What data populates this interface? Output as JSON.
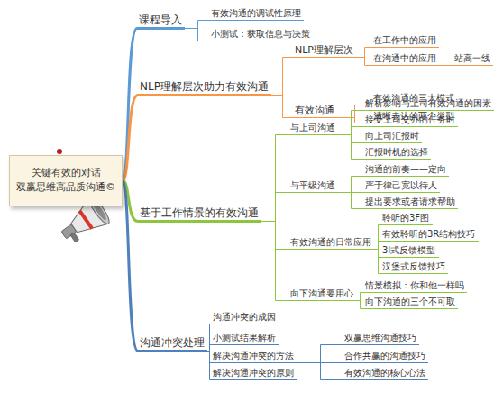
{
  "diagram": {
    "nodes": [
      {
        "text": [
          "关键有效的对话",
          "双赢思维高品质沟通©"
        ]
      },
      {
        "text": [
          "课程导入"
        ]
      },
      {
        "text": [
          "有效沟通的调试性原理"
        ]
      },
      {
        "text": [
          "小测试：获取信息与决策"
        ]
      },
      {
        "text": [
          "NLP理解层次助力有效沟通"
        ]
      },
      {
        "text": [
          "NLP理解层次"
        ]
      },
      {
        "text": [
          "在工作中的应用"
        ]
      },
      {
        "text": [
          "在沟通中的应用——站高一线"
        ]
      },
      {
        "text": [
          "有效沟通"
        ]
      },
      {
        "text": [
          "有效沟通的三大模式"
        ]
      },
      {
        "text": [
          "清晰表达的两个类型"
        ]
      },
      {
        "text": [
          "基于工作情景的有效沟通"
        ]
      },
      {
        "text": [
          "与上司沟通"
        ]
      },
      {
        "text": [
          "解析影响与上司有效沟通的因素"
        ]
      },
      {
        "text": [
          "接受上司交办的任务时"
        ]
      },
      {
        "text": [
          "向上司汇报时"
        ]
      },
      {
        "text": [
          "汇报时机的选择"
        ]
      },
      {
        "text": [
          "与平级沟通"
        ]
      },
      {
        "text": [
          "沟通的前奏——定向"
        ]
      },
      {
        "text": [
          "严于律己宽以待人"
        ]
      },
      {
        "text": [
          "提出要求或者请求帮助"
        ]
      },
      {
        "text": [
          "有效沟通的日常应用"
        ]
      },
      {
        "text": [
          "聆听的3F图"
        ]
      },
      {
        "text": [
          "有效聆听的3R结构技巧"
        ]
      },
      {
        "text": [
          "3I式反馈模型"
        ]
      },
      {
        "text": [
          "汉堡式反馈技巧"
        ]
      },
      {
        "text": [
          "向下沟通要用心"
        ]
      },
      {
        "text": [
          "情景模拟：你和他一样吗"
        ]
      },
      {
        "text": [
          "向下沟通的三个不可取"
        ]
      },
      {
        "text": [
          "沟通冲突处理"
        ]
      },
      {
        "text": [
          "沟通冲突的成因"
        ]
      },
      {
        "text": [
          "小测试结果解析"
        ]
      },
      {
        "text": [
          "解决沟通冲突的方法"
        ]
      },
      {
        "text": [
          "解决沟通冲突的原则"
        ]
      },
      {
        "text": [
          "双赢思维沟通技巧"
        ]
      },
      {
        "text": [
          "合作共赢的沟通技巧"
        ]
      },
      {
        "text": [
          "有效沟通的核心心法"
        ]
      }
    ],
    "edges": [
      {
        "from": 0,
        "to": 1,
        "arrow": "none"
      },
      {
        "from": 0,
        "to": 4,
        "arrow": "none"
      },
      {
        "from": 0,
        "to": 11,
        "arrow": "none"
      },
      {
        "from": 0,
        "to": 29,
        "arrow": "none"
      },
      {
        "from": 1,
        "to": 2,
        "arrow": "none"
      },
      {
        "from": 1,
        "to": 3,
        "arrow": "none"
      },
      {
        "from": 4,
        "to": 5,
        "arrow": "none"
      },
      {
        "from": 4,
        "to": 8,
        "arrow": "none"
      },
      {
        "from": 5,
        "to": 6,
        "arrow": "none"
      },
      {
        "from": 5,
        "to": 7,
        "arrow": "none"
      },
      {
        "from": 8,
        "to": 9,
        "arrow": "none"
      },
      {
        "from": 8,
        "to": 10,
        "arrow": "none"
      },
      {
        "from": 11,
        "to": 12,
        "arrow": "none"
      },
      {
        "from": 11,
        "to": 17,
        "arrow": "none"
      },
      {
        "from": 11,
        "to": 21,
        "arrow": "none"
      },
      {
        "from": 11,
        "to": 26,
        "arrow": "none"
      },
      {
        "from": 12,
        "to": 13,
        "arrow": "none"
      },
      {
        "from": 12,
        "to": 14,
        "arrow": "none"
      },
      {
        "from": 12,
        "to": 15,
        "arrow": "none"
      },
      {
        "from": 12,
        "to": 16,
        "arrow": "none"
      },
      {
        "from": 17,
        "to": 18,
        "arrow": "none"
      },
      {
        "from": 17,
        "to": 19,
        "arrow": "none"
      },
      {
        "from": 17,
        "to": 20,
        "arrow": "none"
      },
      {
        "from": 21,
        "to": 22,
        "arrow": "none"
      },
      {
        "from": 21,
        "to": 23,
        "arrow": "none"
      },
      {
        "from": 21,
        "to": 24,
        "arrow": "none"
      },
      {
        "from": 21,
        "to": 25,
        "arrow": "none"
      },
      {
        "from": 26,
        "to": 27,
        "arrow": "none"
      },
      {
        "from": 26,
        "to": 28,
        "arrow": "none"
      },
      {
        "from": 29,
        "to": 30,
        "arrow": "none"
      },
      {
        "from": 29,
        "to": 31,
        "arrow": "none"
      },
      {
        "from": 29,
        "to": 32,
        "arrow": "none"
      },
      {
        "from": 29,
        "to": 33,
        "arrow": "none"
      },
      {
        "from": 32,
        "to": 34,
        "arrow": "none"
      },
      {
        "from": 32,
        "to": 35,
        "arrow": "none"
      },
      {
        "from": 32,
        "to": 36,
        "arrow": "none"
      }
    ]
  }
}
